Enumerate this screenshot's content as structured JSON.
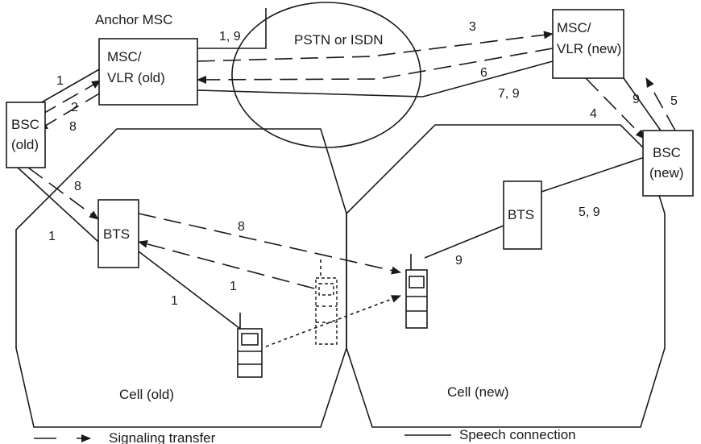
{
  "labels": {
    "anchor": "Anchor  MSC",
    "network": "PSTN or ISDN",
    "msc_old_l1": "MSC/",
    "msc_old_l2": "VLR (old)",
    "msc_new_l1": "MSC/",
    "msc_new_l2": "VLR (new)",
    "bsc_old_l1": "BSC",
    "bsc_old_l2": "(old)",
    "bsc_new_l1": "BSC",
    "bsc_new_l2": "(new)",
    "bts": "BTS",
    "cell_old": "Cell (old)",
    "cell_new": "Cell (new)"
  },
  "steps": {
    "s1_9": "1, 9",
    "s1": "1",
    "s2": "2",
    "s3": "3",
    "s4": "4",
    "s5": "5",
    "s5_9": "5, 9",
    "s6": "6",
    "s7_9": "7, 9",
    "s8": "8",
    "s9": "9"
  },
  "legend": {
    "signaling": "Signaling transfer",
    "speech": "Speech connection"
  }
}
